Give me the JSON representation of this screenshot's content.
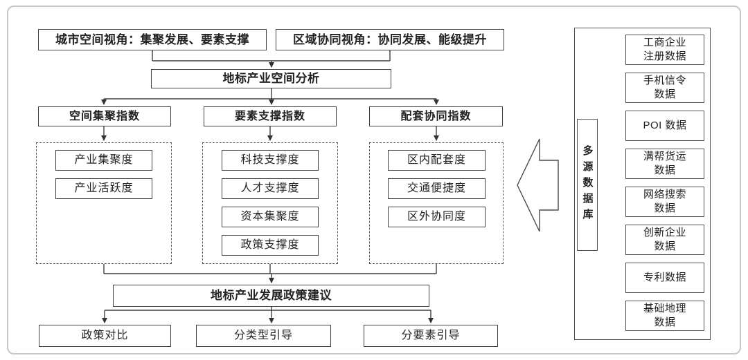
{
  "flow": {
    "perspective_city": "城市空间视角：集聚发展、要素支撑",
    "perspective_region": "区域协同视角：协同发展、能级提升",
    "analysis_title": "地标产业空间分析",
    "index_spatial": {
      "title": "空间集聚指数",
      "items": [
        "产业集聚度",
        "产业活跃度"
      ]
    },
    "index_factor": {
      "title": "要素支撑指数",
      "items": [
        "科技支撑度",
        "人才支撑度",
        "资本集聚度",
        "政策支撑度"
      ]
    },
    "index_support": {
      "title": "配套协同指数",
      "items": [
        "区内配套度",
        "交通便捷度",
        "区外协同度"
      ]
    },
    "policy_title": "地标产业发展政策建议",
    "policy_items": [
      "政策对比",
      "分类型引导",
      "分要素引导"
    ],
    "database": {
      "title": "多源数据库",
      "sources": [
        "工商企业\n注册数据",
        "手机信令\n数据",
        "POI 数据",
        "满帮货运\n数据",
        "网络搜索\n数据",
        "创新企业\n数据",
        "专利数据",
        "基础地理\n数据"
      ]
    }
  },
  "icons": {
    "big_left_arrow": "block-arrow-left"
  },
  "colors": {
    "box_border": "#3f3f3f",
    "panel_border": "#4f4f4f",
    "line": "#3f3f3f",
    "outer_border": "#c8c8c8",
    "text": "#222222",
    "background": "#ffffff"
  }
}
